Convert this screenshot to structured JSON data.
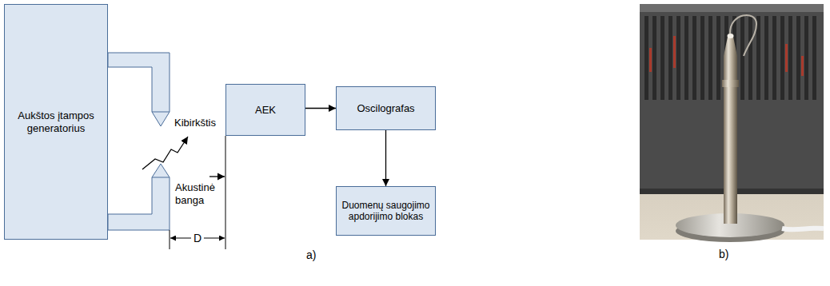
{
  "diagram": {
    "nodes": [
      {
        "text": [
          "Aukštos įtampos generatorius"
        ]
      },
      {
        "text": [
          "AEK"
        ]
      },
      {
        "text": [
          "Oscilografas"
        ]
      },
      {
        "text": [
          "Duomenų saugojimo apdorijimo blokas"
        ]
      }
    ],
    "edges": [
      {
        "from": 1,
        "to": 2,
        "arrow": "to"
      },
      {
        "from": 2,
        "to": 3,
        "arrow": "to"
      }
    ],
    "labels": [
      "Kibirkštis",
      "Akustinė banga",
      "D",
      "a)",
      "b)"
    ]
  }
}
